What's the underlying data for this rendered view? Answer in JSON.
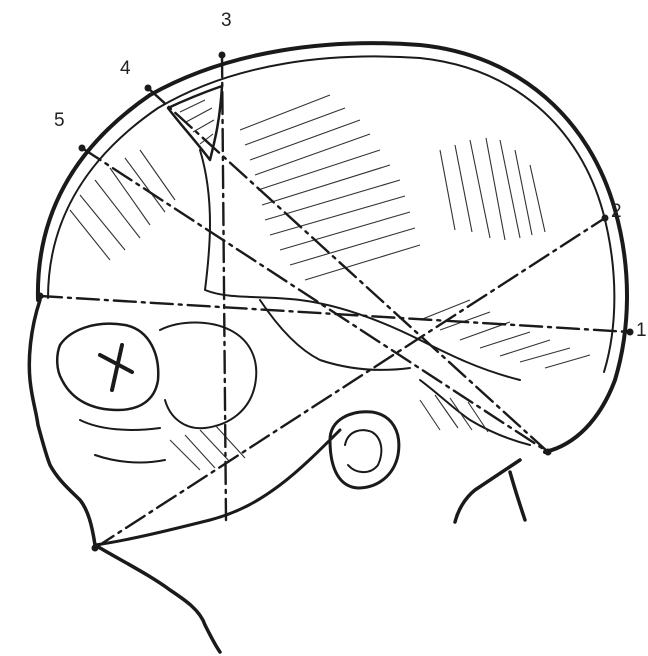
{
  "diagram": {
    "labels": {
      "one": "1",
      "two": "2",
      "three": "3",
      "four": "4",
      "five": "5"
    },
    "colors": {
      "ink": "#1a1a1a",
      "paper": "#ffffff"
    }
  }
}
